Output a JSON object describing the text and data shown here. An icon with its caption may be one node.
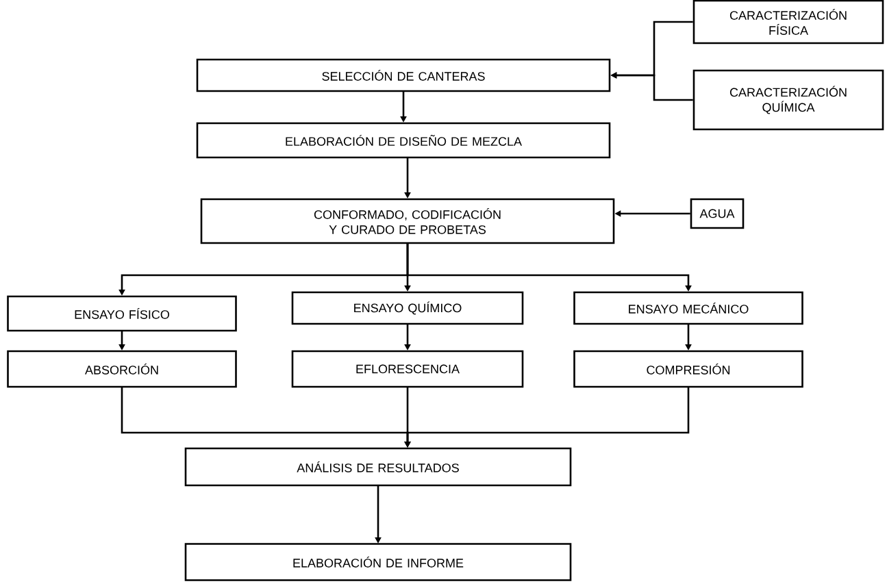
{
  "diagram": {
    "nodes": [
      {
        "text": [
          "SELECCIÓN DE CANTERAS"
        ]
      },
      {
        "text": [
          "CARACTERIZACIÓN FÍSICA"
        ]
      },
      {
        "text": [
          "CARACTERIZACIÓN QUÍMICA"
        ]
      },
      {
        "text": [
          "ELABORACIÓN DE DISEÑO DE MEZCLA"
        ]
      },
      {
        "text": [
          "CONFORMADO, CODIFICACIÓN Y CURADO DE PROBETAS"
        ]
      },
      {
        "text": [
          "AGUA"
        ]
      },
      {
        "text": [
          "ENSAYO FÍSICO"
        ]
      },
      {
        "text": [
          "ENSAYO QUÍMICO"
        ]
      },
      {
        "text": [
          "ENSAYO MECÁNICO"
        ]
      },
      {
        "text": [
          "ABSORCIÓN"
        ]
      },
      {
        "text": [
          "EFLORESCENCIA"
        ]
      },
      {
        "text": [
          "COMPRESIÓN"
        ]
      },
      {
        "text": [
          "ANÁLISIS DE RESULTADOS"
        ]
      },
      {
        "text": [
          "ELABORACIÓN DE INFORME"
        ]
      }
    ],
    "edges": [
      {
        "from": 1,
        "to": 0,
        "arrow": "to"
      },
      {
        "from": 2,
        "to": 0,
        "arrow": "to"
      },
      {
        "from": 0,
        "to": 3,
        "arrow": "to"
      },
      {
        "from": 3,
        "to": 4,
        "arrow": "to"
      },
      {
        "from": 5,
        "to": 4,
        "arrow": "to"
      },
      {
        "from": 4,
        "to": 6,
        "arrow": "to"
      },
      {
        "from": 4,
        "to": 7,
        "arrow": "to"
      },
      {
        "from": 4,
        "to": 8,
        "arrow": "to"
      },
      {
        "from": 6,
        "to": 9,
        "arrow": "to"
      },
      {
        "from": 7,
        "to": 10,
        "arrow": "to"
      },
      {
        "from": 8,
        "to": 11,
        "arrow": "to"
      },
      {
        "from": 9,
        "to": 12,
        "arrow": "to"
      },
      {
        "from": 10,
        "to": 12,
        "arrow": "to"
      },
      {
        "from": 11,
        "to": 12,
        "arrow": "to"
      },
      {
        "from": 12,
        "to": 13,
        "arrow": "to"
      }
    ]
  }
}
